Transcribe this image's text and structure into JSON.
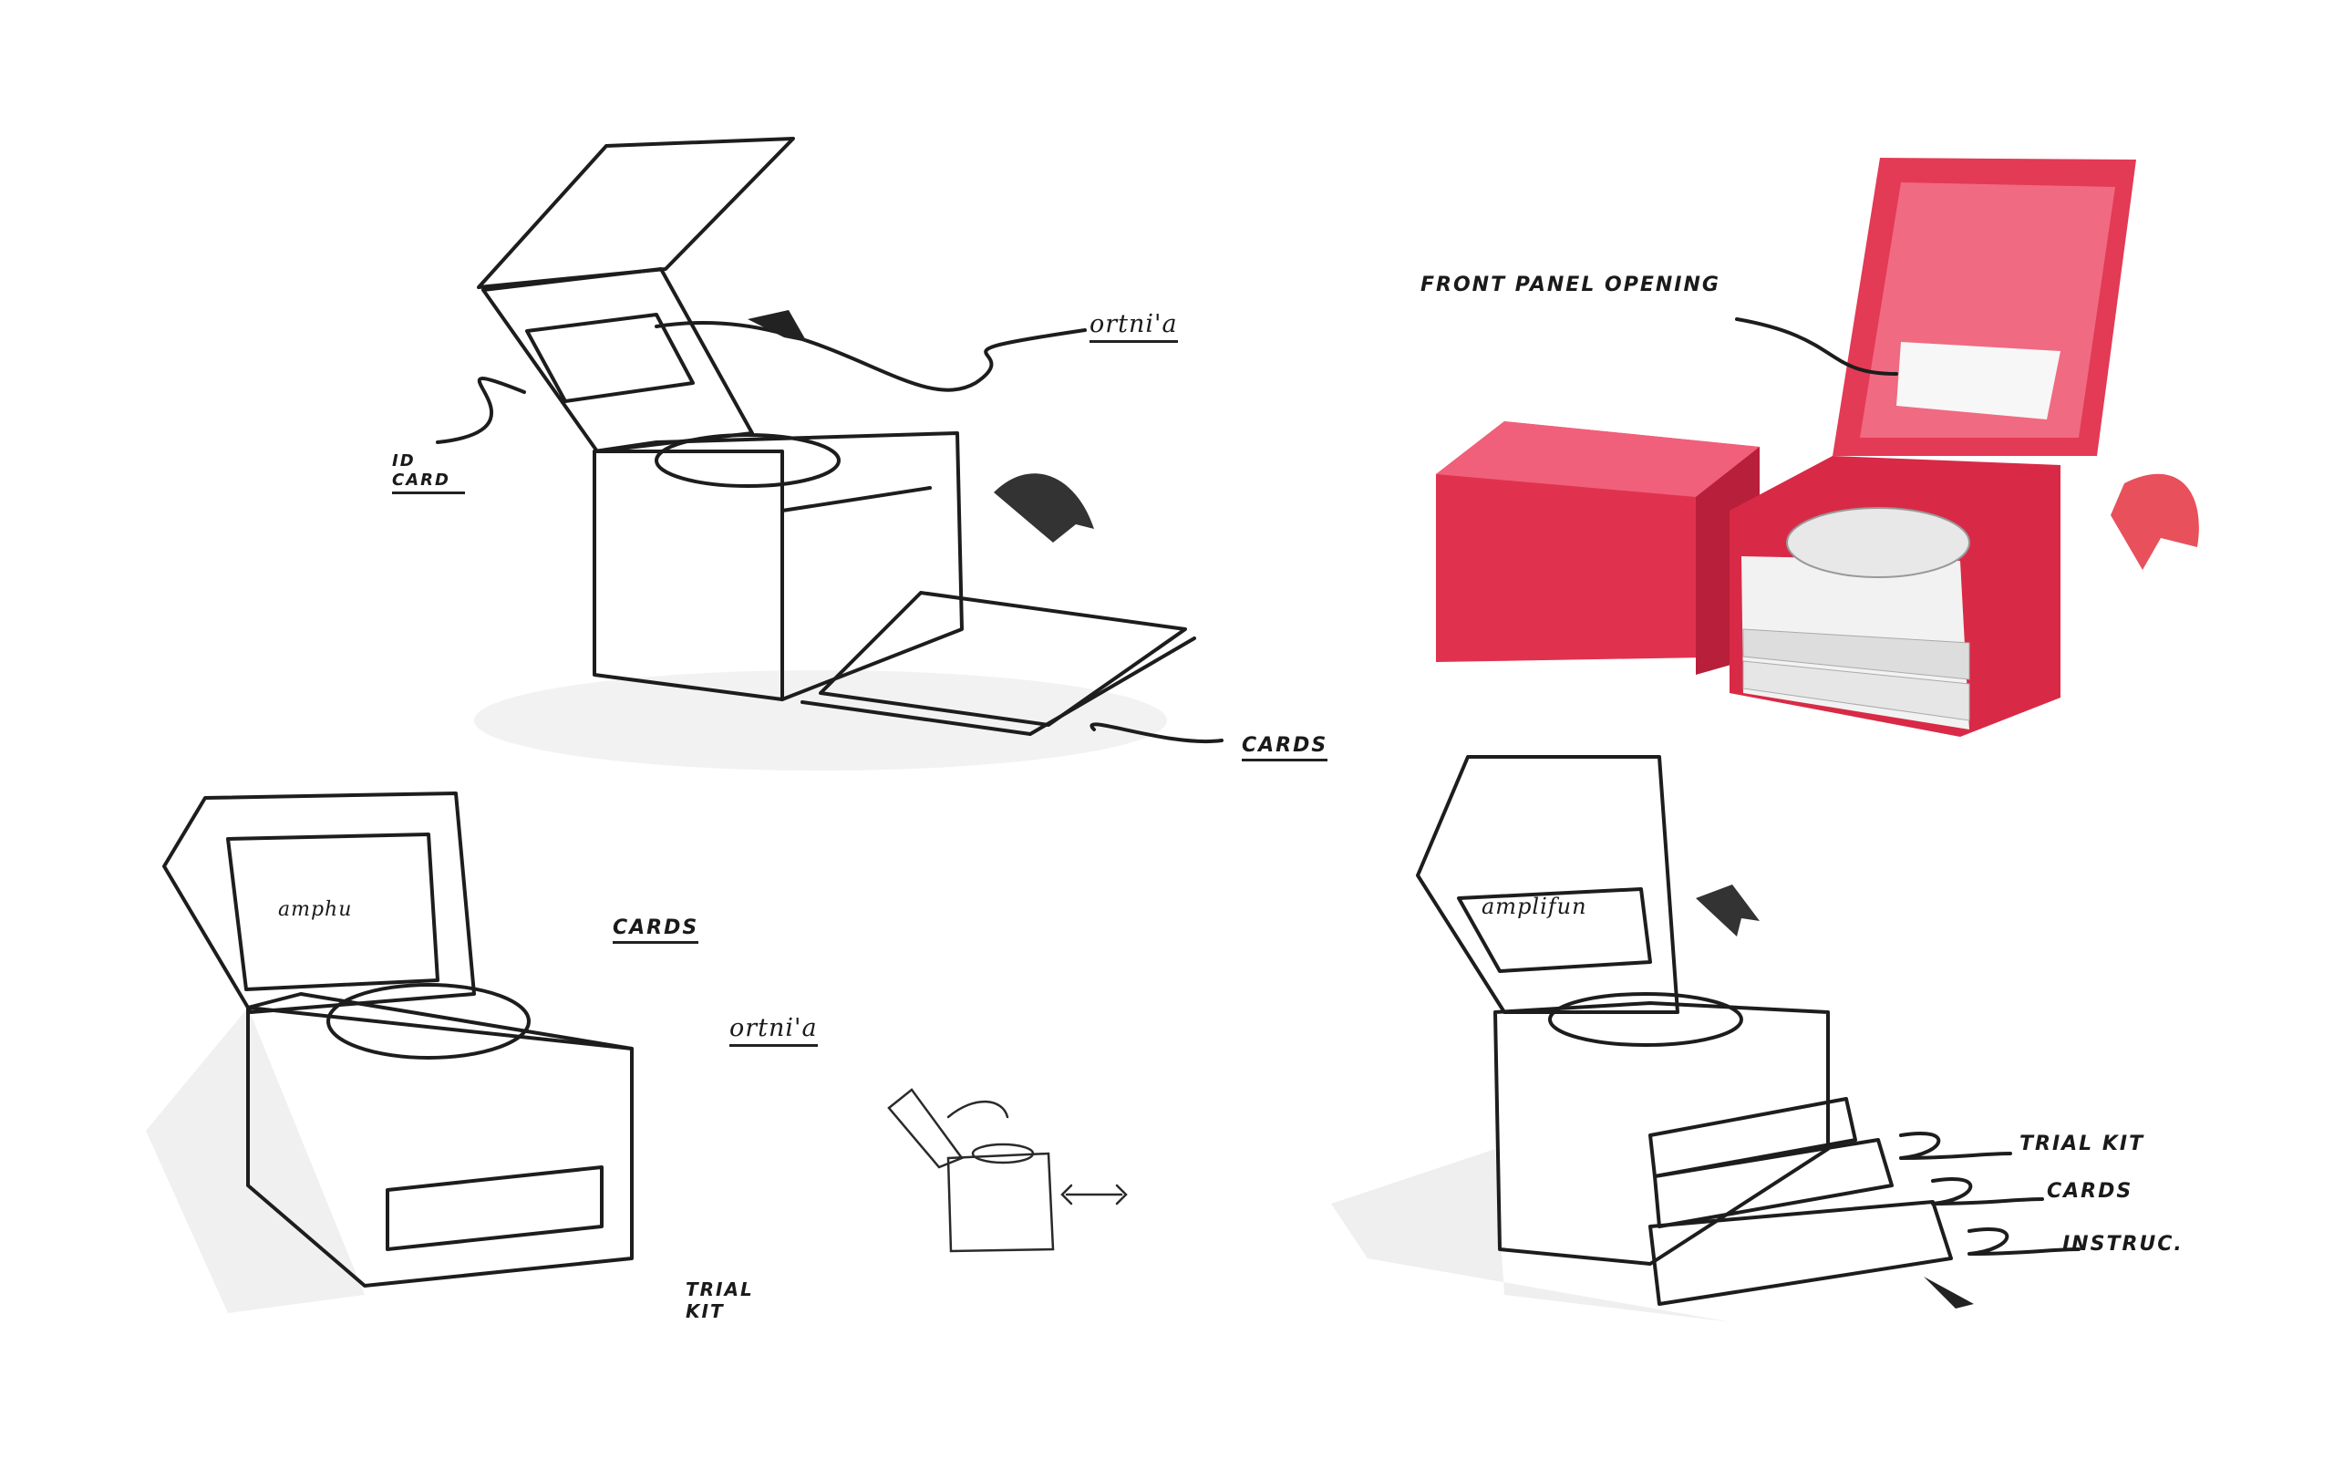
{
  "colors": {
    "ink": "#1d1d1d",
    "box_red": "#e0324f",
    "box_red_dark": "#b81f3a",
    "tray": "#e8e8e8"
  },
  "labels": {
    "front_panel_opening": "FRONT PANEL OPENING",
    "id_card": "ID CARD",
    "top_left_product": "ortni'a",
    "top_left_cards": "CARDS",
    "bottom_left_cards": "CARDS",
    "bottom_left_product": "ortni'a",
    "bottom_left_card_text": "amphu",
    "bottom_left_trial_kit": "TRIAL KIT",
    "bottom_right_card_text": "amplifun",
    "bottom_right_trial_kit": "TRIAL KIT",
    "bottom_right_cards": "CARDS",
    "bottom_right_instructions": "INSTRUC."
  }
}
